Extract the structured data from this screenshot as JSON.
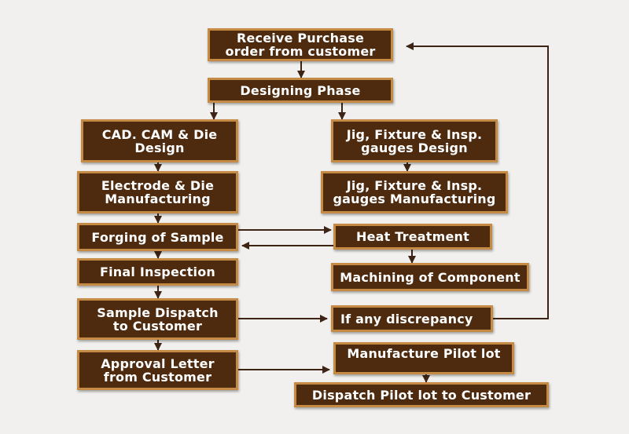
{
  "nodes": {
    "receive_po": "Receive Purchase\norder from customer",
    "designing": "Designing Phase",
    "cad_cam": "CAD. CAM & Die\nDesign",
    "jig_design": "Jig, Fixture & Insp.\ngauges Design",
    "electrode": "Electrode & Die\nManufacturing",
    "jig_mfg": "Jig, Fixture & Insp.\ngauges Manufacturing",
    "forging": "Forging of Sample",
    "heat_treatment": "Heat Treatment",
    "final_inspection": "Final Inspection",
    "machining": "Machining of Component",
    "sample_dispatch": "Sample Dispatch\nto Customer",
    "discrepancy": "If any discrepancy",
    "approval": "Approval Letter\nfrom Customer",
    "pilot_lot": "Manufacture Pilot lot",
    "dispatch_pilot": "Dispatch Pilot lot to Customer"
  },
  "colors": {
    "box_fill": "#4e2a0e",
    "box_border": "#c58a44",
    "arrow": "#3d2414",
    "background": "#f1f0ee"
  }
}
